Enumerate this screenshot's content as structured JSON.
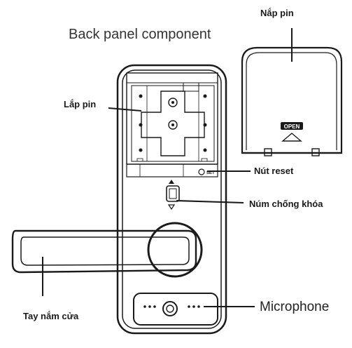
{
  "diagram": {
    "title": "Back panel component",
    "labels": {
      "battery_cover": "Nắp pin",
      "battery_install": "Lắp pin",
      "reset_button": "Nút reset",
      "anti_lock_knob": "Núm chống khóa",
      "door_handle": "Tay nắm cửa",
      "microphone": "Microphone"
    },
    "engravings": {
      "open": "OPEN",
      "set": "SET"
    }
  }
}
